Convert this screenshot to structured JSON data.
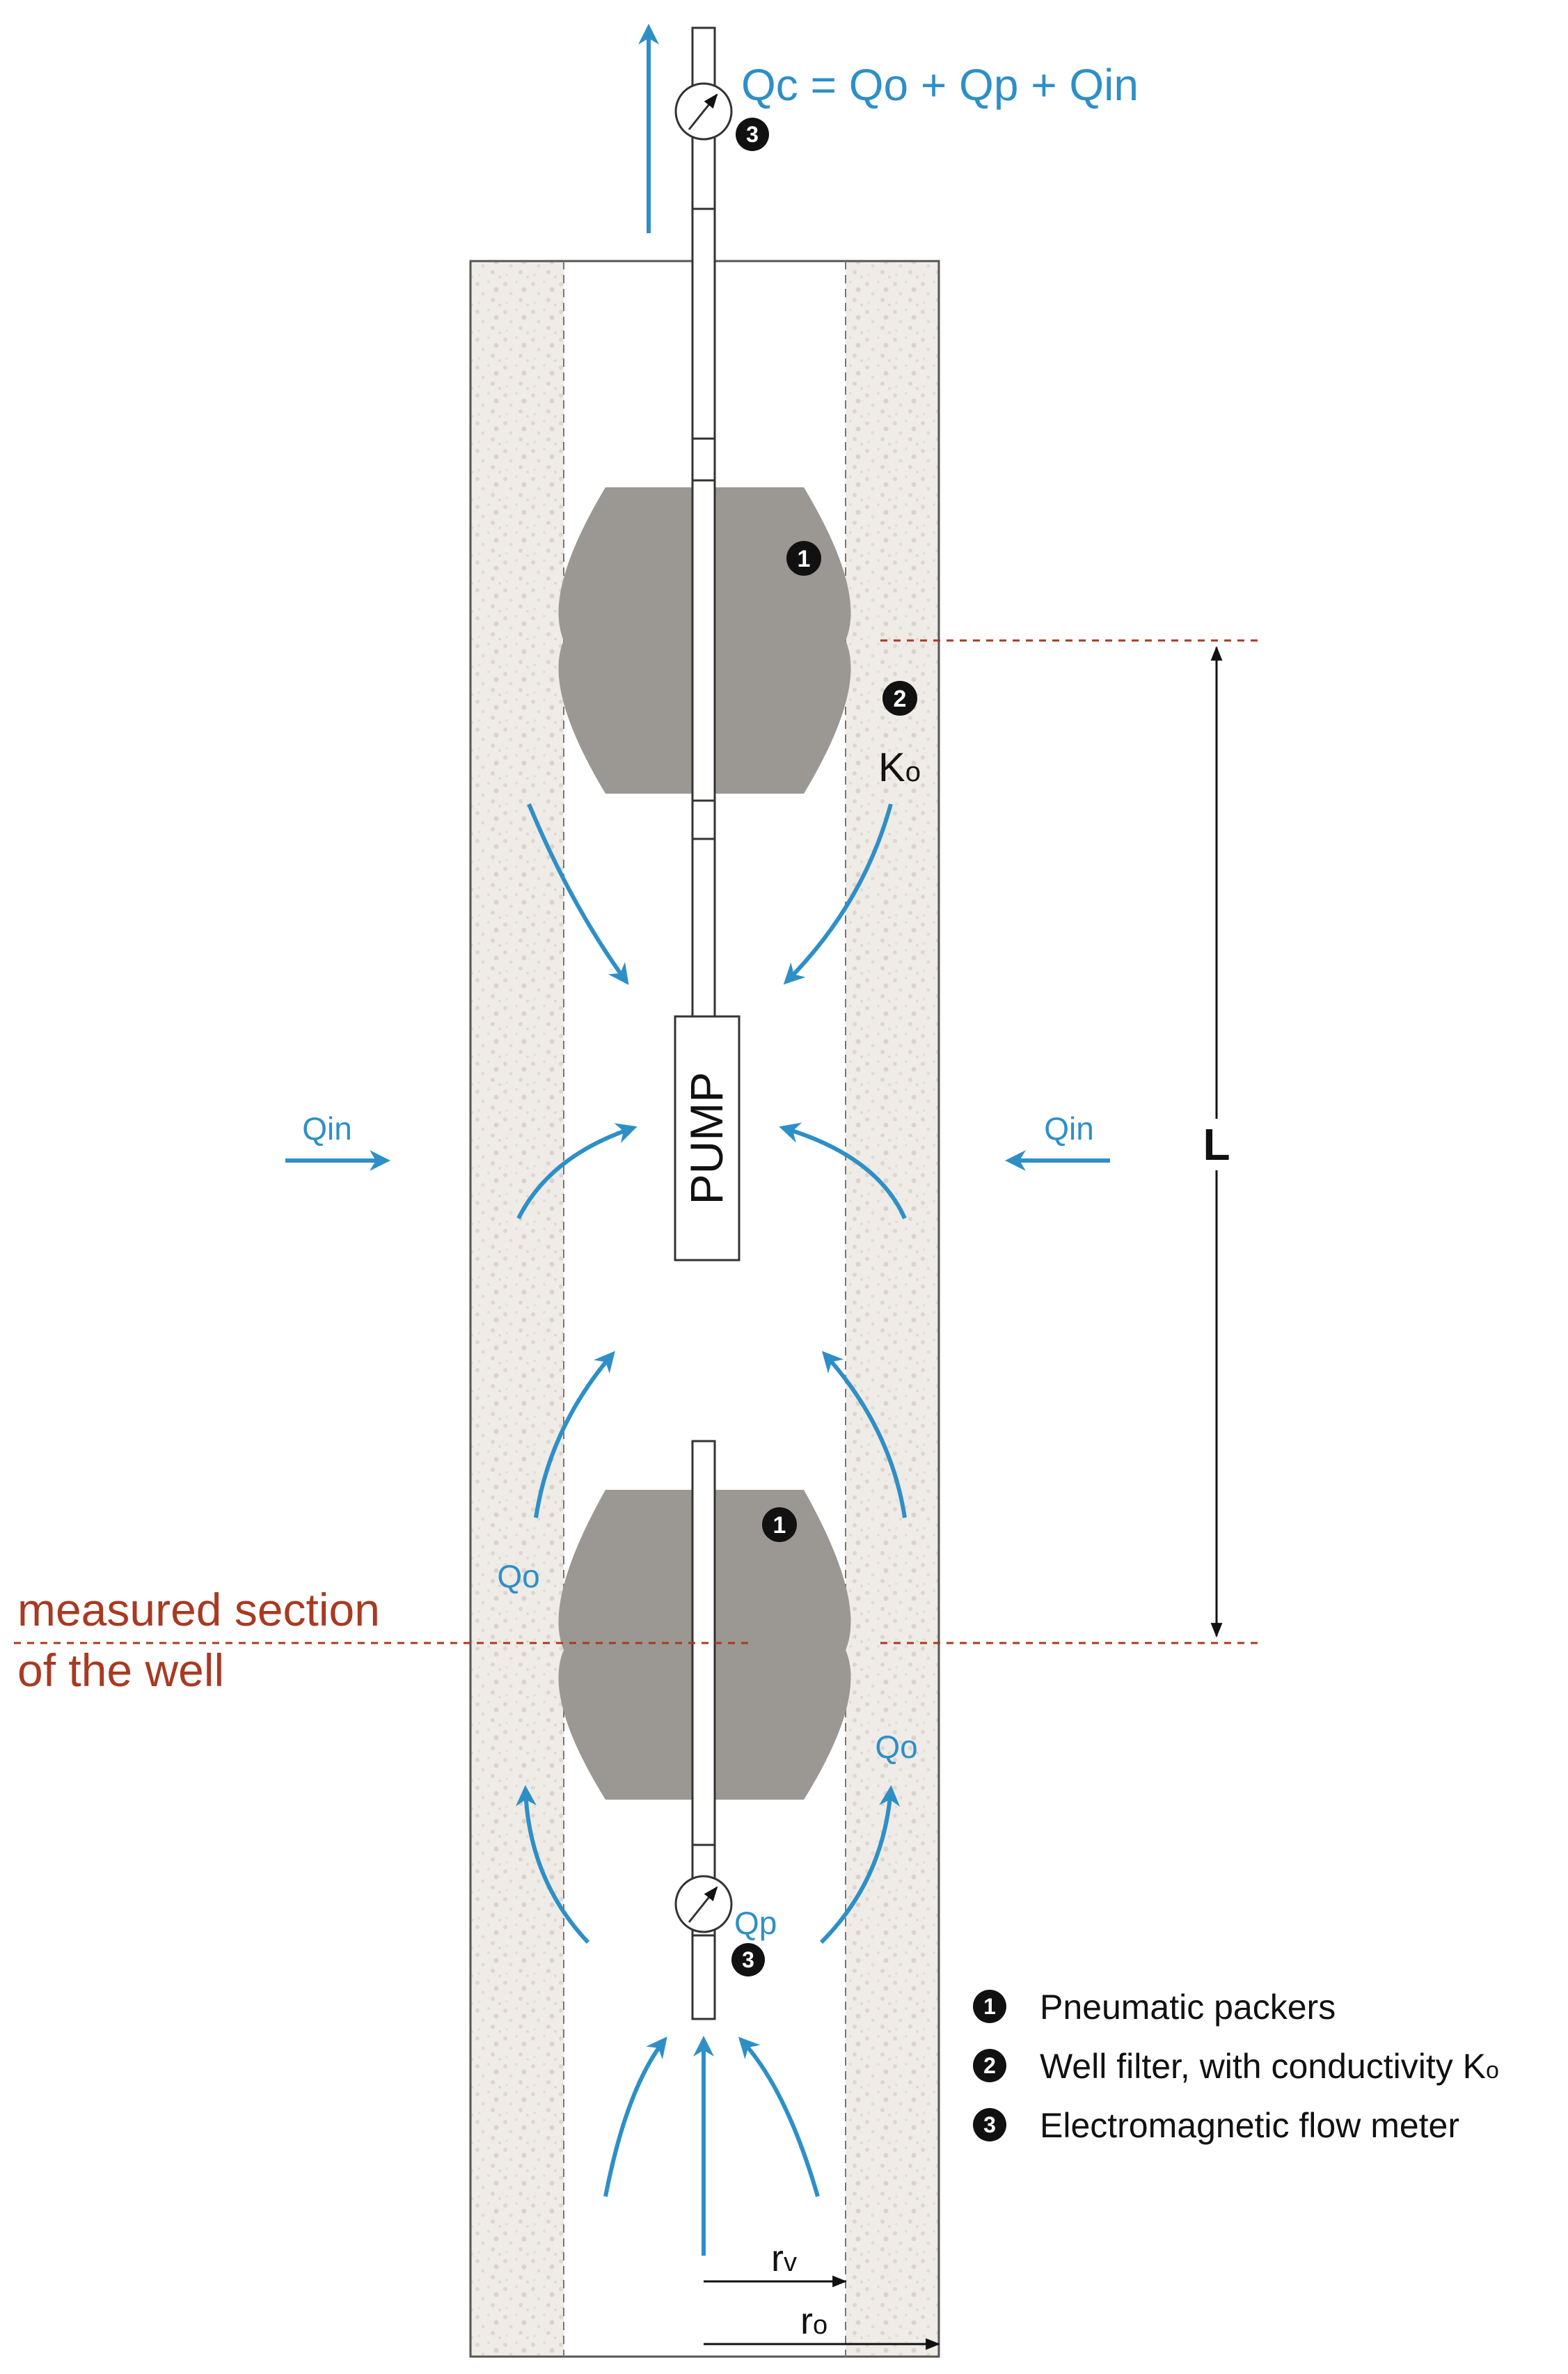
{
  "formula_top": "Qc = Qo + Qp + Qin",
  "flow_labels": {
    "qin_left": "Qin",
    "qin_right": "Qin",
    "qo_left": "Qo",
    "qo_right": "Qo",
    "qp": "Qp"
  },
  "pump_label": "PUMP",
  "dimension_label": "L",
  "filter_conductivity": {
    "base": "K",
    "sub": "o"
  },
  "measured_section": {
    "line1": "measured section",
    "line2": "of the well"
  },
  "radius_labels": {
    "rv": {
      "base": "r",
      "sub": "v"
    },
    "ro": {
      "base": "r",
      "sub": "o"
    }
  },
  "markers": {
    "packer_upper": "1",
    "packer_lower": "1",
    "filter": "2",
    "meter_top": "3",
    "meter_bottom": "3"
  },
  "legend": [
    {
      "num": "1",
      "text": "Pneumatic packers"
    },
    {
      "num": "2",
      "text": "Well filter, with conductivity K",
      "sub": "o"
    },
    {
      "num": "3",
      "text": "Electromagnetic flow meter"
    }
  ],
  "colors": {
    "flow_blue": "#2e8fc7",
    "section_red": "#a83a22",
    "packer_gray": "#9b9792",
    "gravel_bg": "#efebe6"
  }
}
